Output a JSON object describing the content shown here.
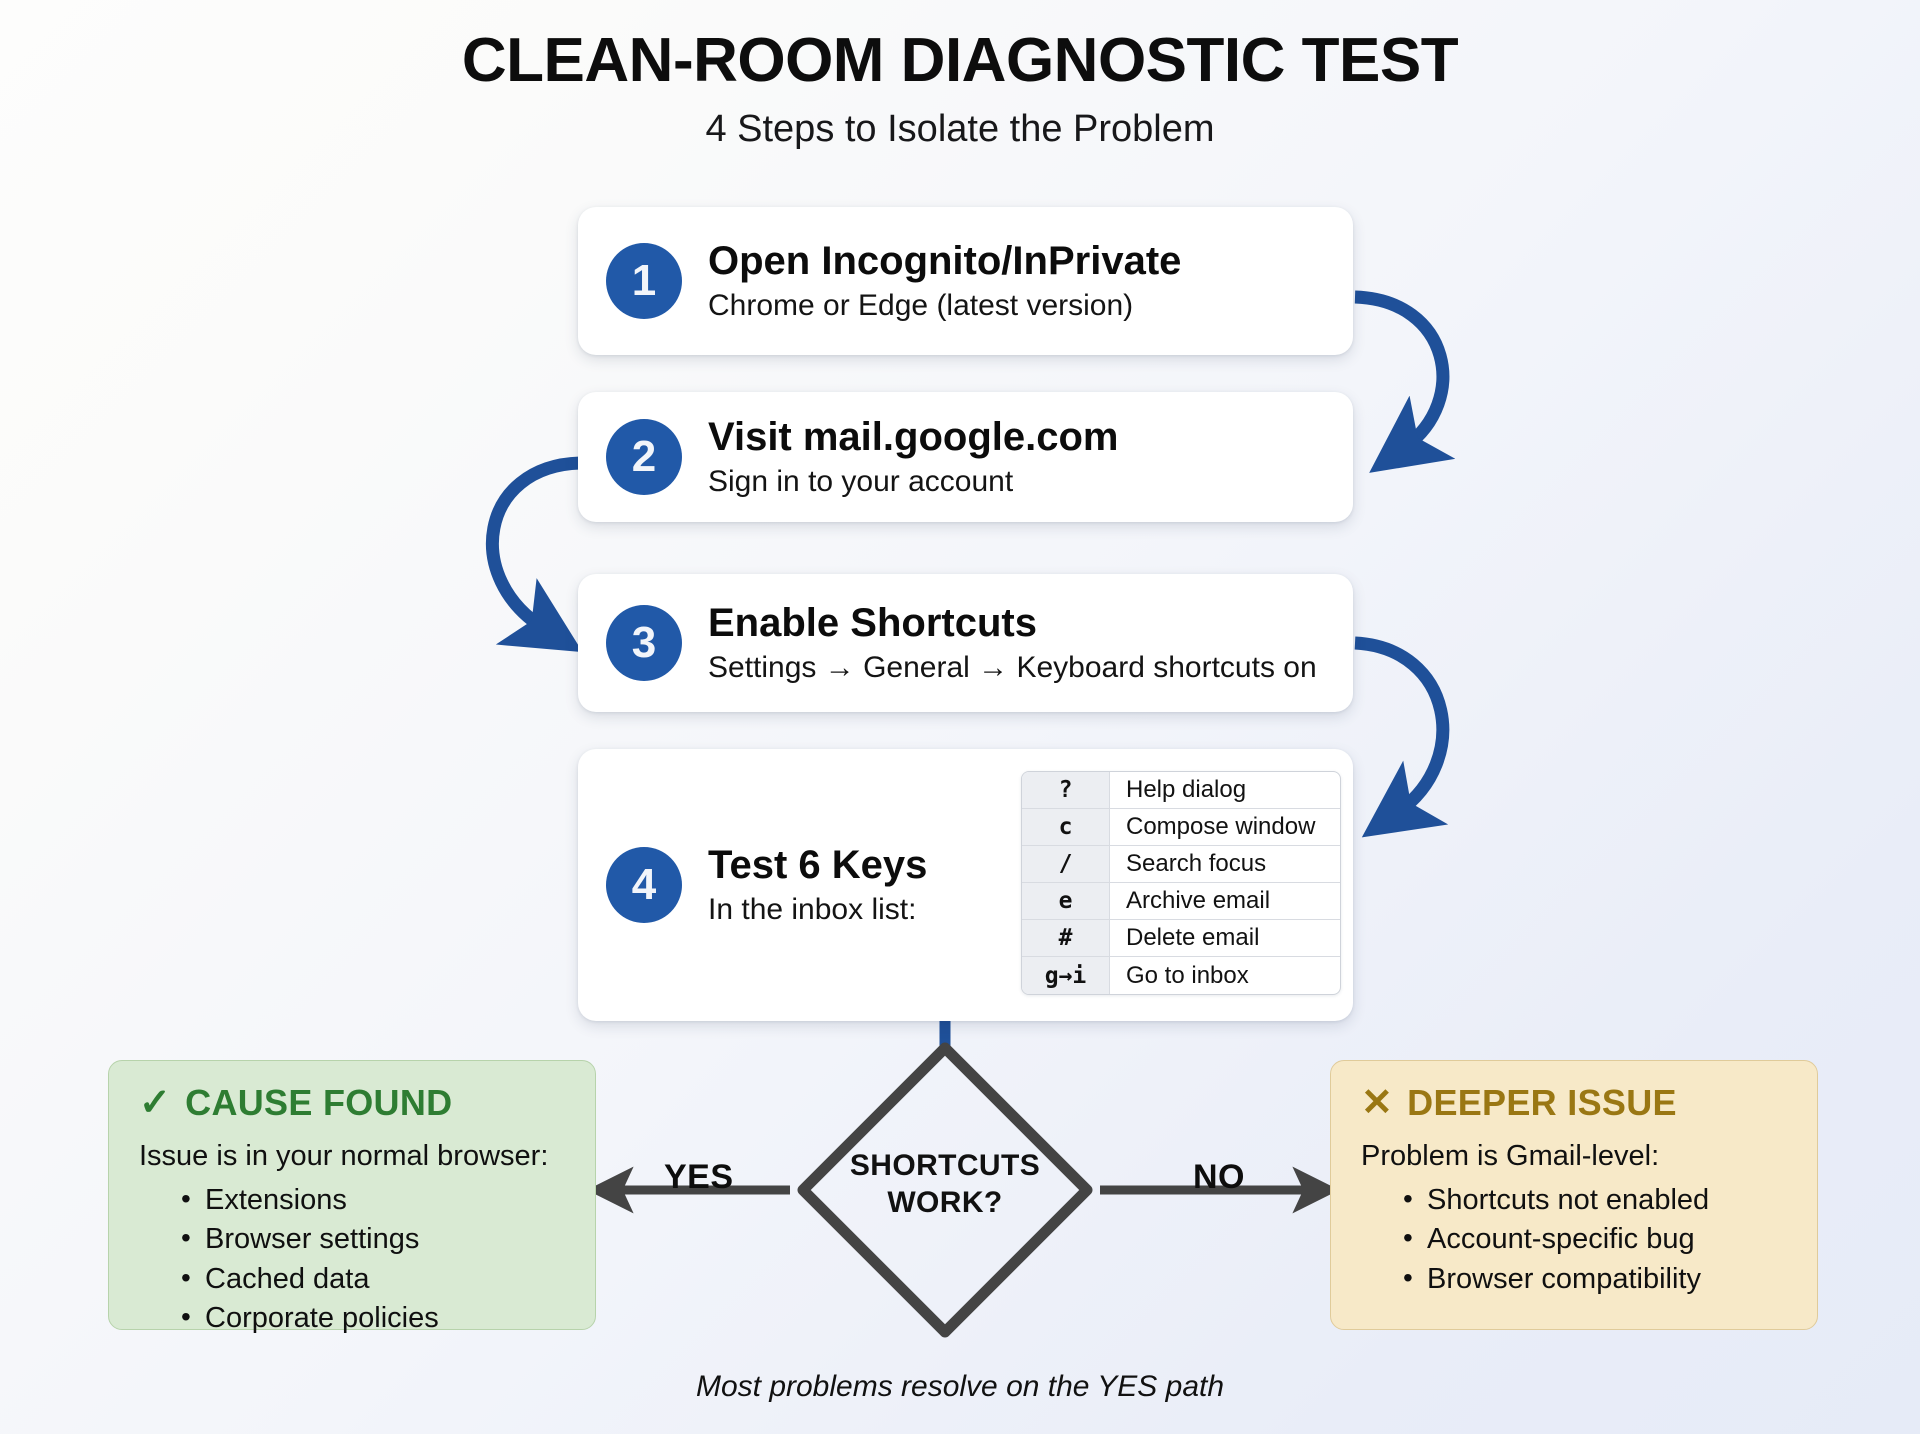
{
  "header": {
    "title": "CLEAN-ROOM DIAGNOSTIC TEST",
    "subtitle": "4 Steps to Isolate the Problem"
  },
  "steps": [
    {
      "number": "1",
      "title": "Open Incognito/InPrivate",
      "subtitle": "Chrome or Edge (latest version)"
    },
    {
      "number": "2",
      "title": "Visit mail.google.com",
      "subtitle": "Sign in to your account"
    },
    {
      "number": "3",
      "title": "Enable Shortcuts",
      "subtitle": "Settings → General → Keyboard shortcuts on"
    },
    {
      "number": "4",
      "title": "Test 6 Keys",
      "subtitle": "In the inbox list:"
    }
  ],
  "shortcut_table": {
    "rows": [
      {
        "key": "?",
        "description": "Help dialog"
      },
      {
        "key": "c",
        "description": "Compose window"
      },
      {
        "key": "/",
        "description": "Search focus"
      },
      {
        "key": "e",
        "description": "Archive email"
      },
      {
        "key": "#",
        "description": "Delete email"
      },
      {
        "key": "g→i",
        "description": "Go to inbox"
      }
    ]
  },
  "decision": {
    "line1": "SHORTCUTS",
    "line2": "WORK?",
    "yes_label": "YES",
    "no_label": "NO"
  },
  "outcomes": {
    "cause_found": {
      "icon": "✓",
      "heading": "CAUSE FOUND",
      "lead": "Issue is in your normal browser:",
      "items": [
        "Extensions",
        "Browser settings",
        "Cached data",
        "Corporate policies"
      ],
      "accent": "#2e7d32",
      "background": "#d9ead3"
    },
    "deeper_issue": {
      "icon": "✕",
      "heading": "DEEPER ISSUE",
      "lead": "Problem is Gmail-level:",
      "items": [
        "Shortcuts not enabled",
        "Account-specific bug",
        "Browser compatibility"
      ],
      "accent": "#9a7713",
      "background": "#f7e9c8"
    }
  },
  "footer": {
    "note": "Most problems resolve on the YES path"
  },
  "colors": {
    "step_badge_blue": "#2159a8",
    "connector_blue": "#1f5099",
    "diamond_stroke": "#444444",
    "arrow_gray": "#444444"
  }
}
